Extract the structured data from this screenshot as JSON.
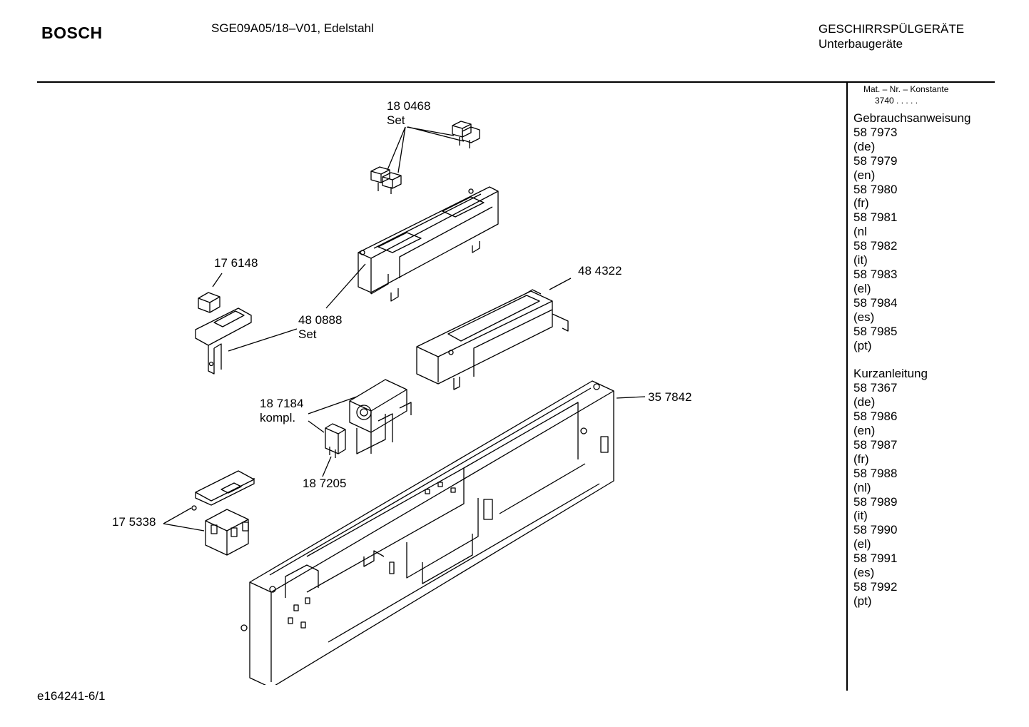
{
  "header": {
    "brand": "BOSCH",
    "model": "SGE09A05/18–V01, Edelstahl",
    "category_line1": "GESCHIRRSPÜLGERÄTE",
    "category_line2": "Unterbaugeräte"
  },
  "footer": {
    "doc_id": "e164241-6/1"
  },
  "sidebar": {
    "mat_label": "Mat. – Nr. – Konstante",
    "mat_value": "3740 . . . . .",
    "sections": [
      {
        "title": "Gebrauchsanweisung",
        "items": [
          {
            "number": "58 7973",
            "lang": "(de)"
          },
          {
            "number": "58 7979",
            "lang": "(en)"
          },
          {
            "number": "58 7980",
            "lang": "(fr)"
          },
          {
            "number": "58 7981",
            "lang": "(nl"
          },
          {
            "number": "58 7982",
            "lang": "(it)"
          },
          {
            "number": "58 7983",
            "lang": "(el)"
          },
          {
            "number": "58 7984",
            "lang": "(es)"
          },
          {
            "number": "58 7985",
            "lang": "(pt)"
          }
        ]
      },
      {
        "title": "Kurzanleitung",
        "items": [
          {
            "number": "58 7367",
            "lang": "(de)"
          },
          {
            "number": "58 7986",
            "lang": "(en)"
          },
          {
            "number": "58 7987",
            "lang": "(fr)"
          },
          {
            "number": "58 7988",
            "lang": "(nl)"
          },
          {
            "number": "58 7989",
            "lang": "(it)"
          },
          {
            "number": "58 7990",
            "lang": "(el)"
          },
          {
            "number": "58 7991",
            "lang": "(es)"
          },
          {
            "number": "58 7992",
            "lang": "(pt)"
          }
        ]
      }
    ]
  },
  "parts": {
    "p180468": {
      "number": "18 0468",
      "note": "Set"
    },
    "p176148": {
      "number": "17 6148"
    },
    "p480888": {
      "number": "48 0888",
      "note": "Set"
    },
    "p484322": {
      "number": "48 4322"
    },
    "p187184": {
      "number": "18 7184",
      "note": "kompl."
    },
    "p357842": {
      "number": "35 7842"
    },
    "p187205": {
      "number": "18 7205"
    },
    "p175338": {
      "number": "17 5338"
    }
  }
}
